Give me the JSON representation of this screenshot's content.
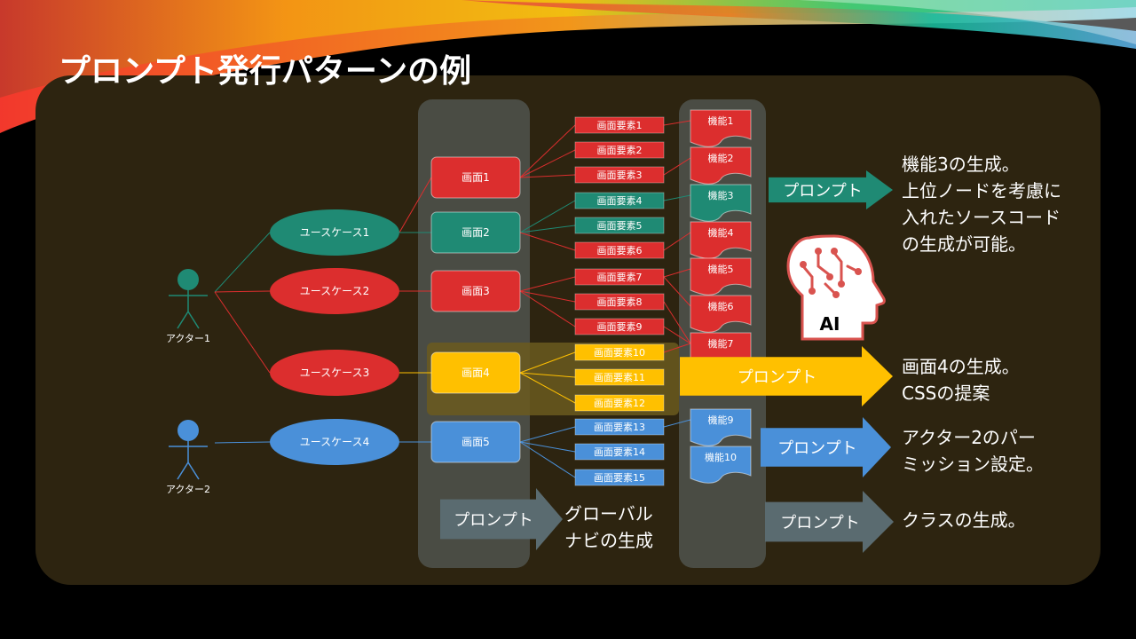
{
  "title": "プロンプト発行パターンの例",
  "colors": {
    "red": "#dc2e2e",
    "teal": "#1f8a74",
    "yellow": "#ffc000",
    "blue": "#4a90d9",
    "slate": "#5a6b70",
    "panel": "#2d2410",
    "column": "#4a4c44",
    "actor1": "#1f8a74",
    "actor2": "#4a90d9"
  },
  "actors": [
    {
      "id": "a1",
      "label": "アクター1",
      "color": "actor1"
    },
    {
      "id": "a2",
      "label": "アクター2",
      "color": "actor2"
    }
  ],
  "usecases": [
    {
      "id": "u1",
      "label": "ユースケース1",
      "color": "teal"
    },
    {
      "id": "u2",
      "label": "ユースケース2",
      "color": "red"
    },
    {
      "id": "u3",
      "label": "ユースケース3",
      "color": "red"
    },
    {
      "id": "u4",
      "label": "ユースケース4",
      "color": "blue"
    }
  ],
  "screens": [
    {
      "id": "s1",
      "label": "画面1",
      "color": "red"
    },
    {
      "id": "s2",
      "label": "画面2",
      "color": "teal"
    },
    {
      "id": "s3",
      "label": "画面3",
      "color": "red"
    },
    {
      "id": "s4",
      "label": "画面4",
      "color": "yellow"
    },
    {
      "id": "s5",
      "label": "画面5",
      "color": "blue"
    }
  ],
  "elements": [
    {
      "id": "e1",
      "label": "画面要素1",
      "color": "red"
    },
    {
      "id": "e2",
      "label": "画面要素2",
      "color": "red"
    },
    {
      "id": "e3",
      "label": "画面要素3",
      "color": "red"
    },
    {
      "id": "e4",
      "label": "画面要素4",
      "color": "teal"
    },
    {
      "id": "e5",
      "label": "画面要素5",
      "color": "teal"
    },
    {
      "id": "e6",
      "label": "画面要素6",
      "color": "red"
    },
    {
      "id": "e7",
      "label": "画面要素7",
      "color": "red"
    },
    {
      "id": "e8",
      "label": "画面要素8",
      "color": "red"
    },
    {
      "id": "e9",
      "label": "画面要素9",
      "color": "red"
    },
    {
      "id": "e10",
      "label": "画面要素10",
      "color": "yellow"
    },
    {
      "id": "e11",
      "label": "画面要素11",
      "color": "yellow"
    },
    {
      "id": "e12",
      "label": "画面要素12",
      "color": "yellow"
    },
    {
      "id": "e13",
      "label": "画面要素13",
      "color": "blue"
    },
    {
      "id": "e14",
      "label": "画面要素14",
      "color": "blue"
    },
    {
      "id": "e15",
      "label": "画面要素15",
      "color": "blue"
    }
  ],
  "functions": [
    {
      "id": "f1",
      "label": "機能1",
      "color": "red"
    },
    {
      "id": "f2",
      "label": "機能2",
      "color": "red"
    },
    {
      "id": "f3",
      "label": "機能3",
      "color": "teal"
    },
    {
      "id": "f4",
      "label": "機能4",
      "color": "red"
    },
    {
      "id": "f5",
      "label": "機能5",
      "color": "red"
    },
    {
      "id": "f6",
      "label": "機能6",
      "color": "red"
    },
    {
      "id": "f7",
      "label": "機能7",
      "color": "red"
    },
    {
      "id": "f9",
      "label": "機能9",
      "color": "blue"
    },
    {
      "id": "f10",
      "label": "機能10",
      "color": "blue"
    }
  ],
  "edges": [
    [
      "a1",
      "u1"
    ],
    [
      "a1",
      "u2"
    ],
    [
      "a1",
      "u3"
    ],
    [
      "a2",
      "u4"
    ],
    [
      "u1",
      "s1"
    ],
    [
      "u1",
      "s2"
    ],
    [
      "u2",
      "s3"
    ],
    [
      "u3",
      "s4"
    ],
    [
      "u4",
      "s5"
    ],
    [
      "s1",
      "e1"
    ],
    [
      "s1",
      "e2"
    ],
    [
      "s1",
      "e3"
    ],
    [
      "s2",
      "e4"
    ],
    [
      "s2",
      "e5"
    ],
    [
      "s2",
      "e6"
    ],
    [
      "s3",
      "e7"
    ],
    [
      "s3",
      "e8"
    ],
    [
      "s3",
      "e9"
    ],
    [
      "s4",
      "e10"
    ],
    [
      "s4",
      "e11"
    ],
    [
      "s4",
      "e12"
    ],
    [
      "s5",
      "e13"
    ],
    [
      "s5",
      "e14"
    ],
    [
      "s5",
      "e15"
    ],
    [
      "e1",
      "f1"
    ],
    [
      "e3",
      "f2"
    ],
    [
      "e4",
      "f3"
    ],
    [
      "e6",
      "f4"
    ],
    [
      "e7",
      "f5"
    ],
    [
      "e7",
      "f6"
    ],
    [
      "e8",
      "f7"
    ],
    [
      "e9",
      "f7"
    ],
    [
      "e10",
      "f7"
    ],
    [
      "e13",
      "f9"
    ]
  ],
  "prompts": [
    {
      "id": "p1",
      "label": "プロンプト",
      "color": "teal",
      "desc": [
        "機能3の生成。",
        "上位ノードを考慮に",
        "入れたソースコード",
        "の生成が可能。"
      ]
    },
    {
      "id": "p2",
      "label": "プロンプト",
      "color": "yellow",
      "desc": [
        "画面4の生成。",
        "CSSの提案"
      ]
    },
    {
      "id": "p3",
      "label": "プロンプト",
      "color": "blue",
      "desc": [
        "アクター2のパー",
        "ミッション設定。"
      ]
    },
    {
      "id": "p4",
      "label": "プロンプト",
      "color": "slate",
      "desc": [
        "クラスの生成。"
      ]
    },
    {
      "id": "p5",
      "label": "プロンプト",
      "color": "slate",
      "desc": [
        "グローバル",
        "ナビの生成"
      ]
    }
  ],
  "ai_badge": "AI"
}
